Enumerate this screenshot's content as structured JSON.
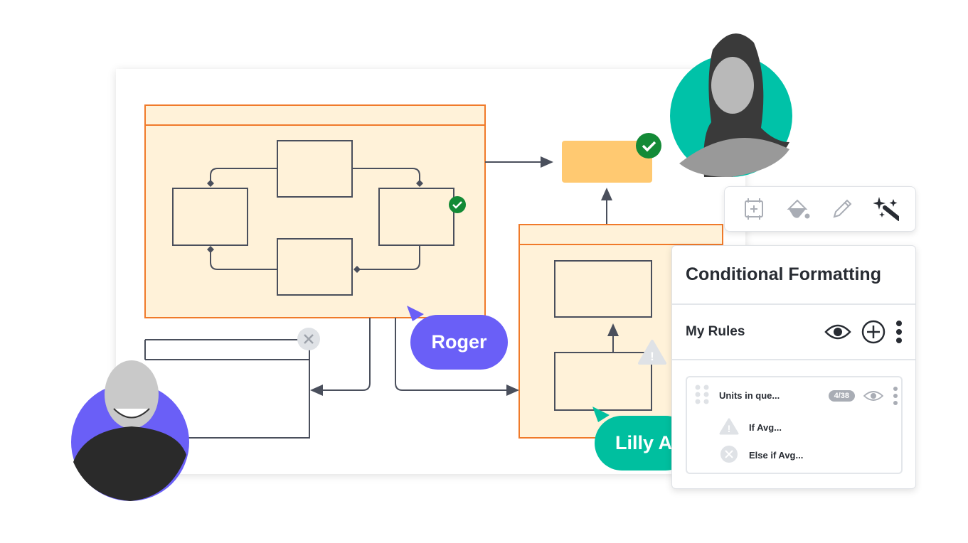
{
  "cursors": [
    {
      "name": "Roger",
      "color": "#6a5ff7"
    },
    {
      "name": "Lilly A",
      "color": "#00bf9f"
    }
  ],
  "toolbar": {
    "icons": [
      "crop-icon",
      "paint-bucket-icon",
      "pencil-icon",
      "magic-wand-icon"
    ]
  },
  "panel": {
    "title": "Conditional Formatting",
    "section": "My Rules",
    "rule": {
      "name": "Units in que...",
      "badge": "4/38",
      "conditions": [
        {
          "icon": "warning-icon",
          "label": "If Avg..."
        },
        {
          "icon": "close-circle-icon",
          "label": "Else if Avg..."
        }
      ]
    }
  },
  "colors": {
    "orange_stroke": "#f07a2a",
    "container_fill": "#fff2d9",
    "shape_fill": "#ffc971",
    "success": "#138a36",
    "teal": "#00c2a8",
    "purple": "#6a5ff7"
  }
}
